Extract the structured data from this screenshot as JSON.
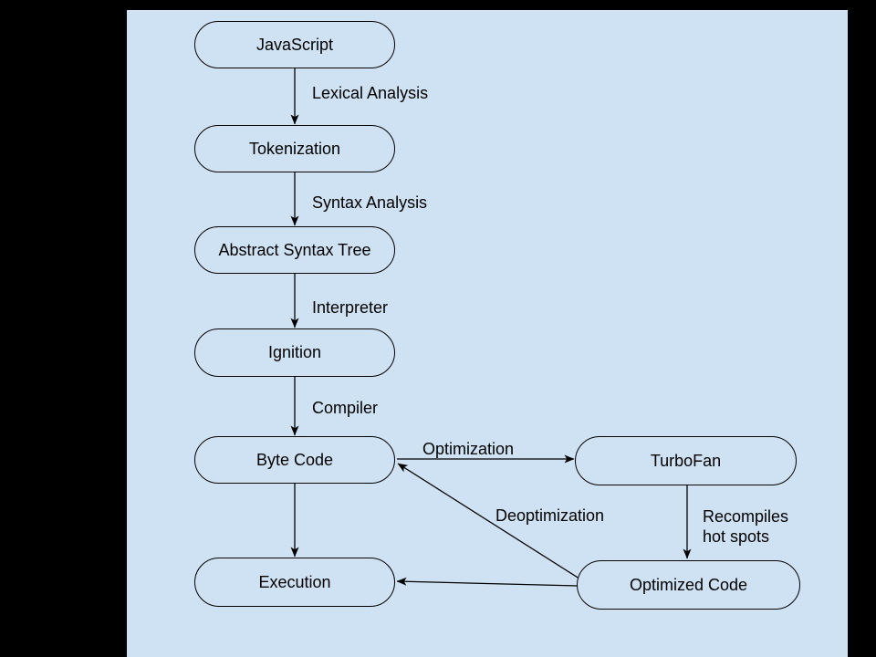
{
  "diagram": {
    "description": "JavaScript engine compilation pipeline flowchart",
    "colors": {
      "page_background": "#000000",
      "canvas_background": "#cfe2f3",
      "node_fill": "#cfe2f3",
      "stroke": "#000000",
      "text": "#000000"
    }
  },
  "nodes": [
    {
      "id": "javascript",
      "label": "JavaScript"
    },
    {
      "id": "tokenization",
      "label": "Tokenization"
    },
    {
      "id": "ast",
      "label": "Abstract Syntax Tree"
    },
    {
      "id": "ignition",
      "label": "Ignition"
    },
    {
      "id": "bytecode",
      "label": "Byte Code"
    },
    {
      "id": "execution",
      "label": "Execution"
    },
    {
      "id": "turbofan",
      "label": "TurboFan"
    },
    {
      "id": "optimized",
      "label": "Optimized Code"
    }
  ],
  "edges": [
    {
      "from": "JavaScript",
      "to": "Tokenization",
      "label": "Lexical Analysis"
    },
    {
      "from": "Tokenization",
      "to": "Abstract Syntax Tree",
      "label": "Syntax Analysis"
    },
    {
      "from": "Abstract Syntax Tree",
      "to": "Ignition",
      "label": "Interpreter"
    },
    {
      "from": "Ignition",
      "to": "Byte Code",
      "label": "Compiler"
    },
    {
      "from": "Byte Code",
      "to": "Execution",
      "label": ""
    },
    {
      "from": "Byte Code",
      "to": "TurboFan",
      "label": "Optimization"
    },
    {
      "from": "TurboFan",
      "to": "Optimized Code",
      "label": "Recompiles\nhot spots"
    },
    {
      "from": "Optimized Code",
      "to": "Byte Code",
      "label": "Deoptimization"
    },
    {
      "from": "Optimized Code",
      "to": "Execution",
      "label": ""
    }
  ]
}
